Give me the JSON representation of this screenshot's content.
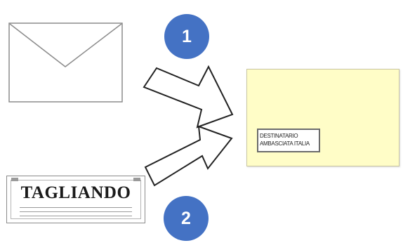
{
  "badges": {
    "step1": "1",
    "step2": "2",
    "color": "#4472c4"
  },
  "ticket": {
    "title": "TAGLIANDO"
  },
  "target_envelope": {
    "color": "#fffdc7",
    "label_line1": "DESTINATARIO",
    "label_line2": "AMBASCIATA ITALIA"
  },
  "icons": [
    "envelope-icon",
    "arrow-right-icon",
    "ticket-icon",
    "numbered-badge-icon"
  ]
}
